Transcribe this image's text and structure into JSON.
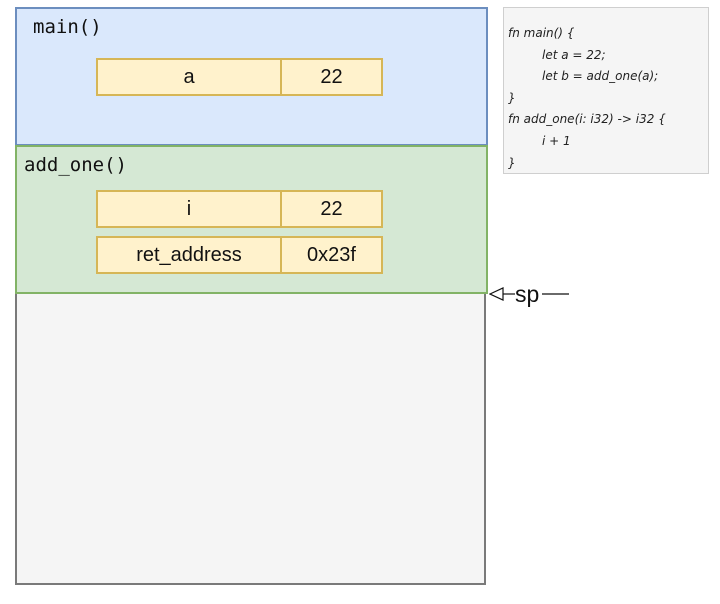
{
  "frames": {
    "main": {
      "title": "main()",
      "vars": [
        {
          "name": "a",
          "value": "22"
        }
      ]
    },
    "add_one": {
      "title": "add_one()",
      "vars": [
        {
          "name": "i",
          "value": "22"
        },
        {
          "name": "ret_address",
          "value": "0x23f"
        }
      ]
    }
  },
  "pointer": {
    "label": "sp"
  },
  "code": {
    "lines": [
      "fn main() {",
      "let a = 22;",
      "let b = add_one(a);",
      "}",
      "fn add_one(i: i32) -> i32 {",
      "i + 1",
      "}"
    ]
  },
  "colors": {
    "main_frame_fill": "#dae8fc",
    "main_frame_border": "#6c8ebf",
    "add_frame_fill": "#d5e8d4",
    "add_frame_border": "#82b366",
    "cell_fill": "#fff2cc",
    "cell_border": "#d6b656",
    "stack_fill": "#f5f5f5",
    "stack_border": "#7a7a7a"
  }
}
